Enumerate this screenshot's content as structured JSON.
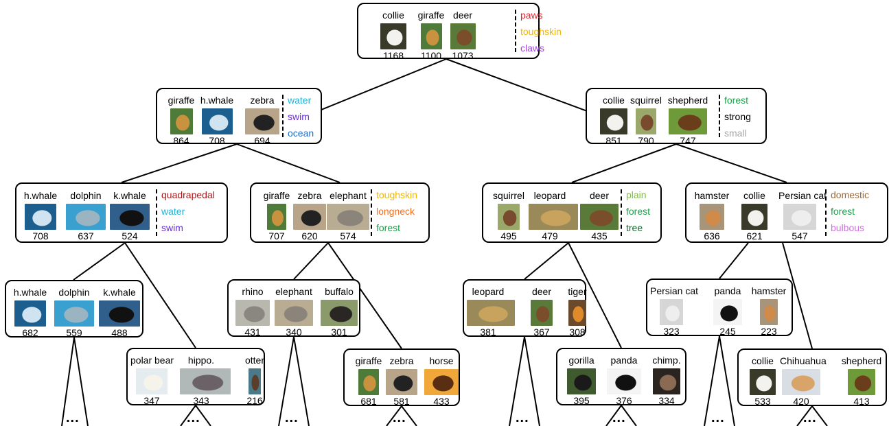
{
  "nodes": [
    {
      "id": "root",
      "animals": [
        {
          "name": "collie",
          "count": "1168",
          "thumb": "collie"
        },
        {
          "name": "giraffe",
          "count": "1100",
          "thumb": "giraffe"
        },
        {
          "name": "deer",
          "count": "1073",
          "thumb": "deer"
        }
      ],
      "attributes": [
        {
          "text": "paws",
          "color": "#e8202a"
        },
        {
          "text": "toughskin",
          "color": "#f2b705"
        },
        {
          "text": "claws",
          "color": "#a040e0"
        }
      ]
    },
    {
      "id": "L1",
      "animals": [
        {
          "name": "giraffe",
          "count": "864",
          "thumb": "giraffe"
        },
        {
          "name": "h.whale",
          "count": "708",
          "thumb": "whale"
        },
        {
          "name": "zebra",
          "count": "694",
          "thumb": "zebra"
        }
      ],
      "attributes": [
        {
          "text": "water",
          "color": "#1fb3d6"
        },
        {
          "text": "swim",
          "color": "#6a2fd0"
        },
        {
          "text": "ocean",
          "color": "#1a6fd0"
        }
      ]
    },
    {
      "id": "R1",
      "animals": [
        {
          "name": "collie",
          "count": "851",
          "thumb": "collie"
        },
        {
          "name": "squirrel",
          "count": "790",
          "thumb": "squirrel"
        },
        {
          "name": "shepherd",
          "count": "747",
          "thumb": "shepherd"
        }
      ],
      "attributes": [
        {
          "text": "forest",
          "color": "#1aa34a"
        },
        {
          "text": "strong",
          "color": "#000000"
        },
        {
          "text": "small",
          "color": "#a6a6a6"
        }
      ]
    },
    {
      "id": "LL2",
      "animals": [
        {
          "name": "h.whale",
          "count": "708",
          "thumb": "whale"
        },
        {
          "name": "dolphin",
          "count": "637",
          "thumb": "dolphin"
        },
        {
          "name": "k.whale",
          "count": "524",
          "thumb": "orca"
        }
      ],
      "attributes": [
        {
          "text": "quadrapedal",
          "color": "#a81818"
        },
        {
          "text": "water",
          "color": "#1fb3d6"
        },
        {
          "text": "swim",
          "color": "#6a2fd0"
        }
      ]
    },
    {
      "id": "LR2",
      "animals": [
        {
          "name": "giraffe",
          "count": "707",
          "thumb": "giraffe"
        },
        {
          "name": "zebra",
          "count": "620",
          "thumb": "zebra"
        },
        {
          "name": "elephant",
          "count": "574",
          "thumb": "elephant"
        }
      ],
      "attributes": [
        {
          "text": "toughskin",
          "color": "#f2b705"
        },
        {
          "text": "longneck",
          "color": "#f07020"
        },
        {
          "text": "forest",
          "color": "#1aa34a"
        }
      ]
    },
    {
      "id": "RL2",
      "animals": [
        {
          "name": "squirrel",
          "count": "495",
          "thumb": "squirrel"
        },
        {
          "name": "leopard",
          "count": "479",
          "thumb": "leopard"
        },
        {
          "name": "deer",
          "count": "435",
          "thumb": "deer"
        }
      ],
      "attributes": [
        {
          "text": "plain",
          "color": "#7cc040"
        },
        {
          "text": "forest",
          "color": "#1aa34a"
        },
        {
          "text": "tree",
          "color": "#0f6a2a"
        }
      ]
    },
    {
      "id": "RR2",
      "animals": [
        {
          "name": "hamster",
          "count": "636",
          "thumb": "hamster"
        },
        {
          "name": "collie",
          "count": "621",
          "thumb": "collie"
        },
        {
          "name": "Persian cat",
          "count": "547",
          "thumb": "cat"
        }
      ],
      "attributes": [
        {
          "text": "domestic",
          "color": "#9a6a3a"
        },
        {
          "text": "forest",
          "color": "#1aa34a"
        },
        {
          "text": "bulbous",
          "color": "#d070e0"
        }
      ]
    },
    {
      "id": "N3a",
      "animals": [
        {
          "name": "h.whale",
          "count": "682",
          "thumb": "whale"
        },
        {
          "name": "dolphin",
          "count": "559",
          "thumb": "dolphin"
        },
        {
          "name": "k.whale",
          "count": "488",
          "thumb": "orca"
        }
      ],
      "attributes": []
    },
    {
      "id": "N3b",
      "animals": [
        {
          "name": "polar bear",
          "count": "347",
          "thumb": "polarbear"
        },
        {
          "name": "hippo.",
          "count": "343",
          "thumb": "hippo"
        },
        {
          "name": "otter",
          "count": "216",
          "thumb": "otter"
        }
      ],
      "attributes": []
    },
    {
      "id": "N3c",
      "animals": [
        {
          "name": "rhino",
          "count": "431",
          "thumb": "rhino"
        },
        {
          "name": "elephant",
          "count": "340",
          "thumb": "elephant"
        },
        {
          "name": "buffalo",
          "count": "301",
          "thumb": "buffalo"
        }
      ],
      "attributes": []
    },
    {
      "id": "N3d",
      "animals": [
        {
          "name": "giraffe",
          "count": "681",
          "thumb": "giraffe"
        },
        {
          "name": "zebra",
          "count": "581",
          "thumb": "zebra"
        },
        {
          "name": "horse",
          "count": "433",
          "thumb": "horse"
        }
      ],
      "attributes": []
    },
    {
      "id": "N3e",
      "animals": [
        {
          "name": "leopard",
          "count": "381",
          "thumb": "leopard"
        },
        {
          "name": "deer",
          "count": "367",
          "thumb": "deer"
        },
        {
          "name": "tiger",
          "count": "308",
          "thumb": "tiger"
        }
      ],
      "attributes": []
    },
    {
      "id": "N3f",
      "animals": [
        {
          "name": "gorilla",
          "count": "395",
          "thumb": "gorilla"
        },
        {
          "name": "panda",
          "count": "376",
          "thumb": "panda"
        },
        {
          "name": "chimp.",
          "count": "334",
          "thumb": "chimp"
        }
      ],
      "attributes": []
    },
    {
      "id": "N3g",
      "animals": [
        {
          "name": "Persian cat",
          "count": "323",
          "thumb": "cat"
        },
        {
          "name": "panda",
          "count": "245",
          "thumb": "panda"
        },
        {
          "name": "hamster",
          "count": "223",
          "thumb": "hamster"
        }
      ],
      "attributes": []
    },
    {
      "id": "N3h",
      "animals": [
        {
          "name": "collie",
          "count": "533",
          "thumb": "collie"
        },
        {
          "name": "Chihuahua",
          "count": "420",
          "thumb": "chihuahua"
        },
        {
          "name": "shepherd",
          "count": "413",
          "thumb": "shepherd"
        }
      ],
      "attributes": []
    }
  ],
  "ellipsis": "...",
  "thumb_colors": {
    "collie": [
      "#3a3a2a",
      "#f2f2ee"
    ],
    "giraffe": [
      "#4e7a3a",
      "#c8923e"
    ],
    "deer": [
      "#5a7a3a",
      "#7a4e2a"
    ],
    "whale": [
      "#1c5f8e",
      "#cfe4f0"
    ],
    "zebra": [
      "#b8a488",
      "#222222"
    ],
    "squirrel": [
      "#9aa86a",
      "#7a4a2e"
    ],
    "shepherd": [
      "#6f9a3a",
      "#6a3e1a"
    ],
    "dolphin": [
      "#3aa0d0",
      "#9ab4c2"
    ],
    "orca": [
      "#2f5f8a",
      "#111111"
    ],
    "elephant": [
      "#b8ad92",
      "#8a847a"
    ],
    "leopard": [
      "#9a8a5a",
      "#c8a35e"
    ],
    "hamster": [
      "#a89478",
      "#d08a4a"
    ],
    "cat": [
      "#d6d6d6",
      "#eeeeee"
    ],
    "polarbear": [
      "#e4ecf0",
      "#f6f4ea"
    ],
    "hippo": [
      "#b0b8b8",
      "#6a6266"
    ],
    "otter": [
      "#4a7a8a",
      "#5a3e2a"
    ],
    "rhino": [
      "#b8b8ae",
      "#8a8680"
    ],
    "buffalo": [
      "#8a9a6a",
      "#2a2624"
    ],
    "horse": [
      "#f0a83a",
      "#5a2e12"
    ],
    "tiger": [
      "#6a4a2a",
      "#e08a2a"
    ],
    "gorilla": [
      "#3e5a2e",
      "#1a1a1a"
    ],
    "panda": [
      "#f4f4f4",
      "#111111"
    ],
    "chimp": [
      "#2a2420",
      "#8a6a52"
    ],
    "chihuahua": [
      "#d8dee4",
      "#d8a46a"
    ]
  }
}
